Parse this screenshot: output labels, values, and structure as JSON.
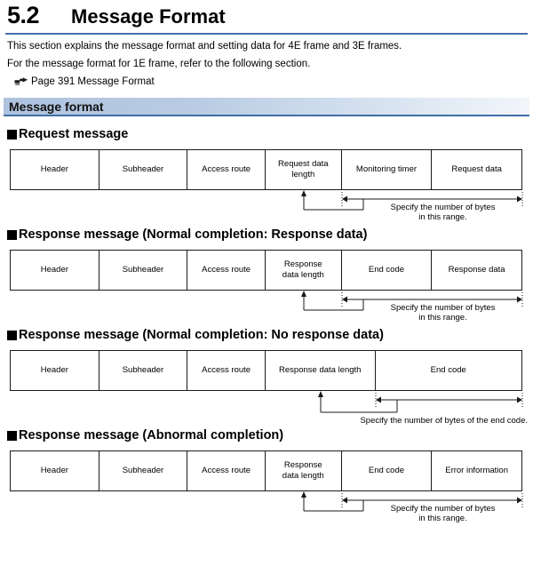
{
  "section": {
    "number": "5.2",
    "title": "Message Format"
  },
  "intro": {
    "line1": "This section explains the message format and setting data for 4E frame and 3E frames.",
    "line2": "For the message format for 1E frame, refer to the following section.",
    "xref": "Page 391 Message Format",
    "xref_icon": "pointing-hand-icon"
  },
  "band": {
    "label": "Message format",
    "gradient_start": "#aec3de",
    "gradient_end": "#f2f6fb",
    "border_color": "#3f6fa5"
  },
  "accent_color": "#4472a8",
  "diagrams": [
    {
      "heading": "Request message",
      "cells": [
        {
          "label": "Header",
          "width": 100
        },
        {
          "label": "Subheader",
          "width": 100
        },
        {
          "label": "Access route",
          "width": 88
        },
        {
          "label": "Request data length",
          "width": 86
        },
        {
          "label": "Monitoring timer",
          "width": 102
        },
        {
          "label": "Request data",
          "width": 101
        }
      ],
      "annotation": {
        "text_line1": "Specify the number of bytes",
        "text_line2": "in this range.",
        "pointer_cell_index": 3,
        "range_start_cell_index": 4,
        "range_end_cell_index": 5
      }
    },
    {
      "heading": "Response message (Normal completion: Response data)",
      "cells": [
        {
          "label": "Header",
          "width": 100
        },
        {
          "label": "Subheader",
          "width": 100
        },
        {
          "label": "Access route",
          "width": 88
        },
        {
          "label": "Response\ndata length",
          "width": 86
        },
        {
          "label": "End code",
          "width": 102
        },
        {
          "label": "Response data",
          "width": 101
        }
      ],
      "annotation": {
        "text_line1": "Specify the number of bytes",
        "text_line2": "in this range.",
        "pointer_cell_index": 3,
        "range_start_cell_index": 4,
        "range_end_cell_index": 5
      }
    },
    {
      "heading": "Response message (Normal completion: No response data)",
      "cells": [
        {
          "label": "Header",
          "width": 100
        },
        {
          "label": "Subheader",
          "width": 100
        },
        {
          "label": "Access route",
          "width": 88
        },
        {
          "label": "Response data length",
          "width": 124
        },
        {
          "label": "End code",
          "width": 165
        }
      ],
      "annotation": {
        "text_line1": "Specify the number of bytes of the end code.",
        "text_line2": "",
        "pointer_cell_index": 3,
        "range_start_cell_index": 4,
        "range_end_cell_index": 4
      }
    },
    {
      "heading": "Response message (Abnormal completion)",
      "cells": [
        {
          "label": "Header",
          "width": 100
        },
        {
          "label": "Subheader",
          "width": 100
        },
        {
          "label": "Access route",
          "width": 88
        },
        {
          "label": "Response\ndata length",
          "width": 86
        },
        {
          "label": "End code",
          "width": 102
        },
        {
          "label": "Error information",
          "width": 101
        }
      ],
      "annotation": {
        "text_line1": "Specify the number of bytes",
        "text_line2": "in this range.",
        "pointer_cell_index": 3,
        "range_start_cell_index": 4,
        "range_end_cell_index": 5
      }
    }
  ]
}
